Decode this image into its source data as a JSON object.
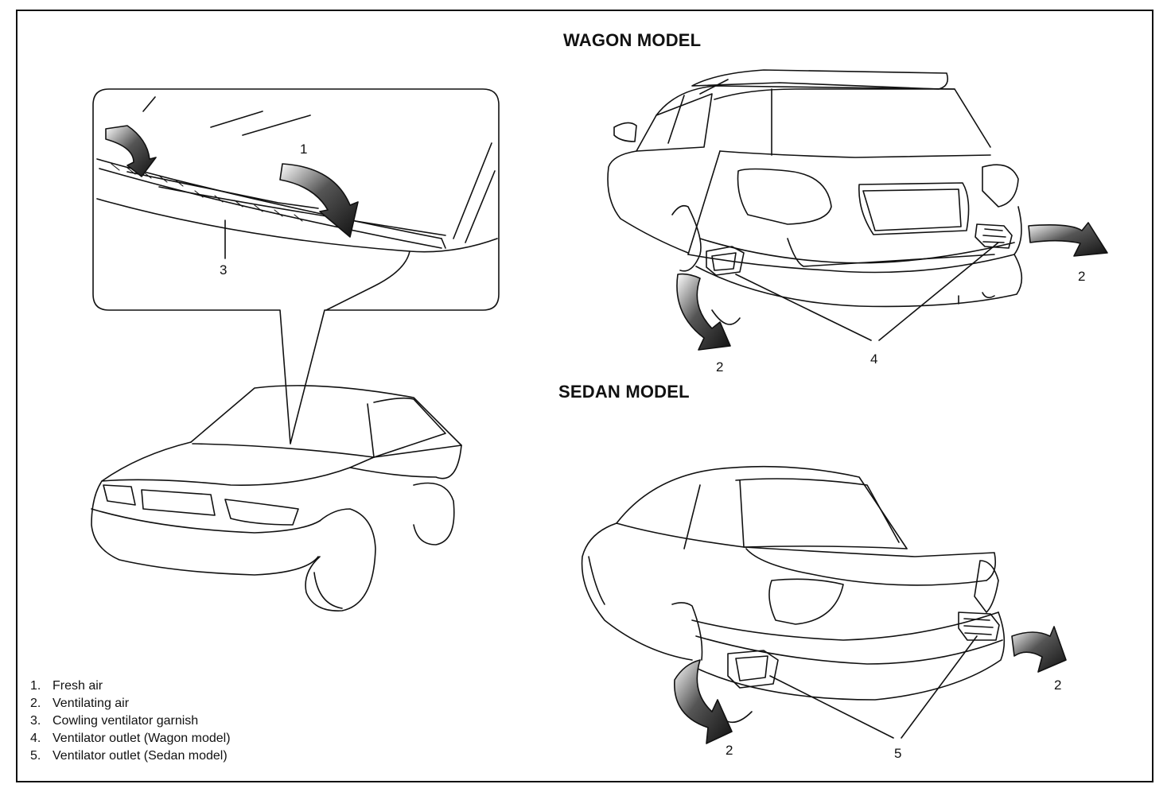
{
  "headings": {
    "wagon": "WAGON MODEL",
    "sedan": "SEDAN MODEL"
  },
  "callouts": {
    "fresh_air": "1",
    "cowl_garnish": "3",
    "wagon_air_left": "2",
    "wagon_air_right": "2",
    "wagon_outlet": "4",
    "sedan_air_left": "2",
    "sedan_air_right": "2",
    "sedan_outlet": "5"
  },
  "legend": [
    {
      "num": "1.",
      "text": "Fresh air"
    },
    {
      "num": "2.",
      "text": "Ventilating air"
    },
    {
      "num": "3.",
      "text": "Cowling ventilator garnish"
    },
    {
      "num": "4.",
      "text": "Ventilator outlet (Wagon model)"
    },
    {
      "num": "5.",
      "text": "Ventilator outlet (Sedan model)"
    }
  ]
}
